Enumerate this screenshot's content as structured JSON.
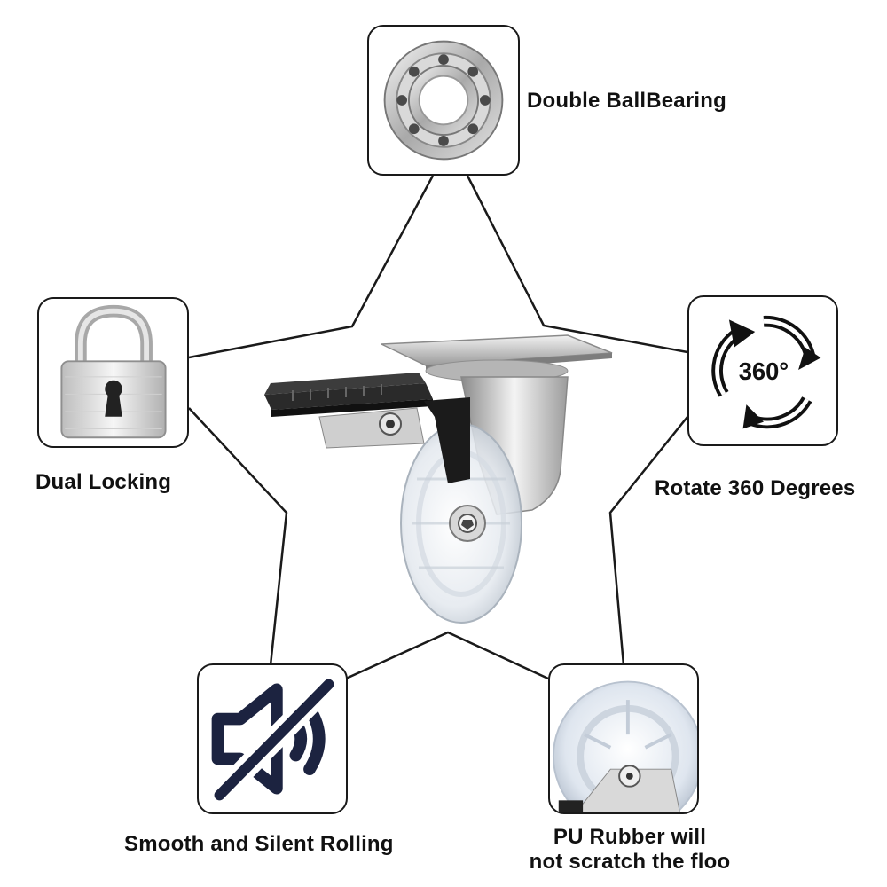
{
  "features": {
    "bearing": {
      "label": "Double BallBearing",
      "icon": "ball-bearing-icon"
    },
    "locking": {
      "label": "Dual Locking",
      "icon": "padlock-icon"
    },
    "rotate": {
      "label": "Rotate 360 Degrees",
      "icon": "rotate-360-icon",
      "icon_text": "360°"
    },
    "silent": {
      "label": "Smooth and Silent Rolling",
      "icon": "sound-off-icon"
    },
    "rubber": {
      "label_line1": "PU Rubber will",
      "label_line2": "not scratch the floo",
      "icon": "clear-wheel-icon"
    }
  },
  "product": {
    "icon": "swivel-caster-wheel-icon"
  },
  "colors": {
    "outline": "#1a1a1a",
    "icon_navy": "#1c2340",
    "metal": "#c8c8c8"
  }
}
